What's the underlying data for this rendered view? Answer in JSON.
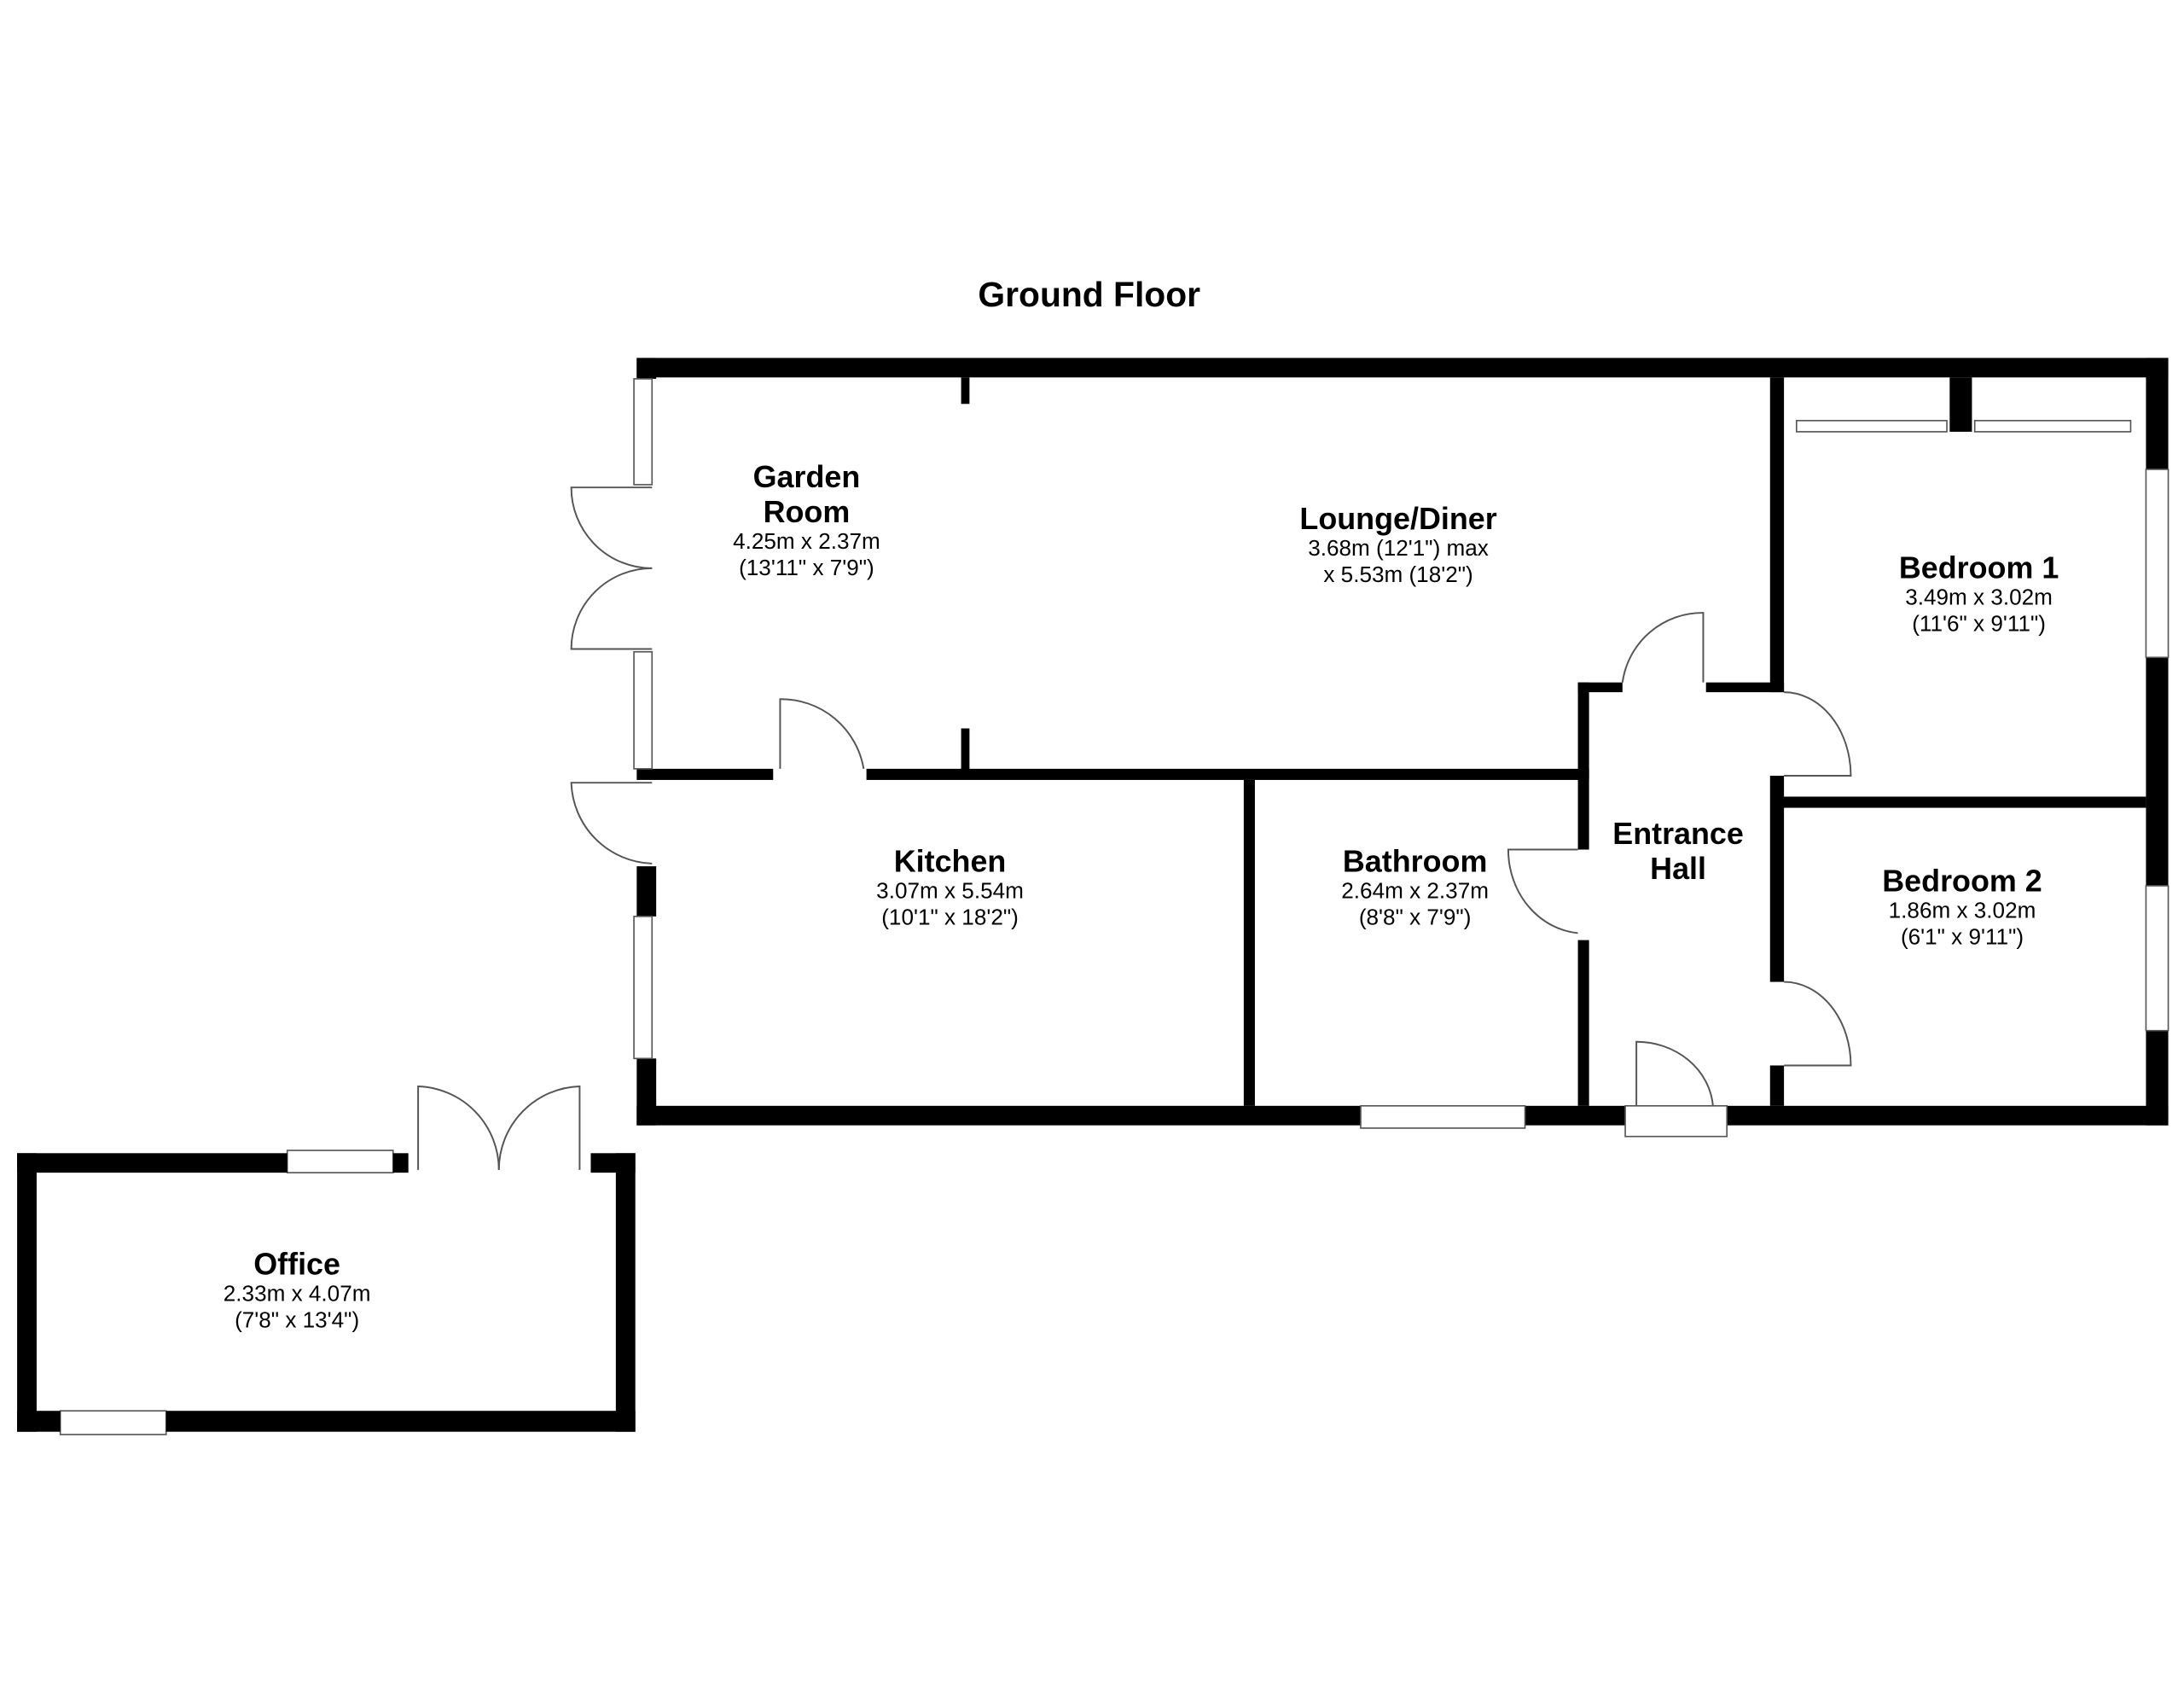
{
  "floor_title": "Ground Floor",
  "rooms": {
    "garden_room": {
      "name_line1": "Garden",
      "name_line2": "Room",
      "dim_metric": "4.25m x 2.37m",
      "dim_imperial": "(13'11\" x 7'9\")"
    },
    "lounge_diner": {
      "name": "Lounge/Diner",
      "dim_line1": "3.68m (12'1\") max",
      "dim_line2": "x 5.53m (18'2\")"
    },
    "bedroom_1": {
      "name": "Bedroom 1",
      "dim_metric": "3.49m x 3.02m",
      "dim_imperial": "(11'6\" x 9'11\")"
    },
    "kitchen": {
      "name": "Kitchen",
      "dim_metric": "3.07m x 5.54m",
      "dim_imperial": "(10'1\" x 18'2\")"
    },
    "bathroom": {
      "name": "Bathroom",
      "dim_metric": "2.64m x 2.37m",
      "dim_imperial": "(8'8\" x 7'9\")"
    },
    "entrance_hall": {
      "name_line1": "Entrance",
      "name_line2": "Hall"
    },
    "bedroom_2": {
      "name": "Bedroom 2",
      "dim_metric": "1.86m x 3.02m",
      "dim_imperial": "(6'1\" x 9'11\")"
    },
    "office": {
      "name": "Office",
      "dim_metric": "2.33m x 4.07m",
      "dim_imperial": "(7'8\" x 13'4\")"
    }
  }
}
